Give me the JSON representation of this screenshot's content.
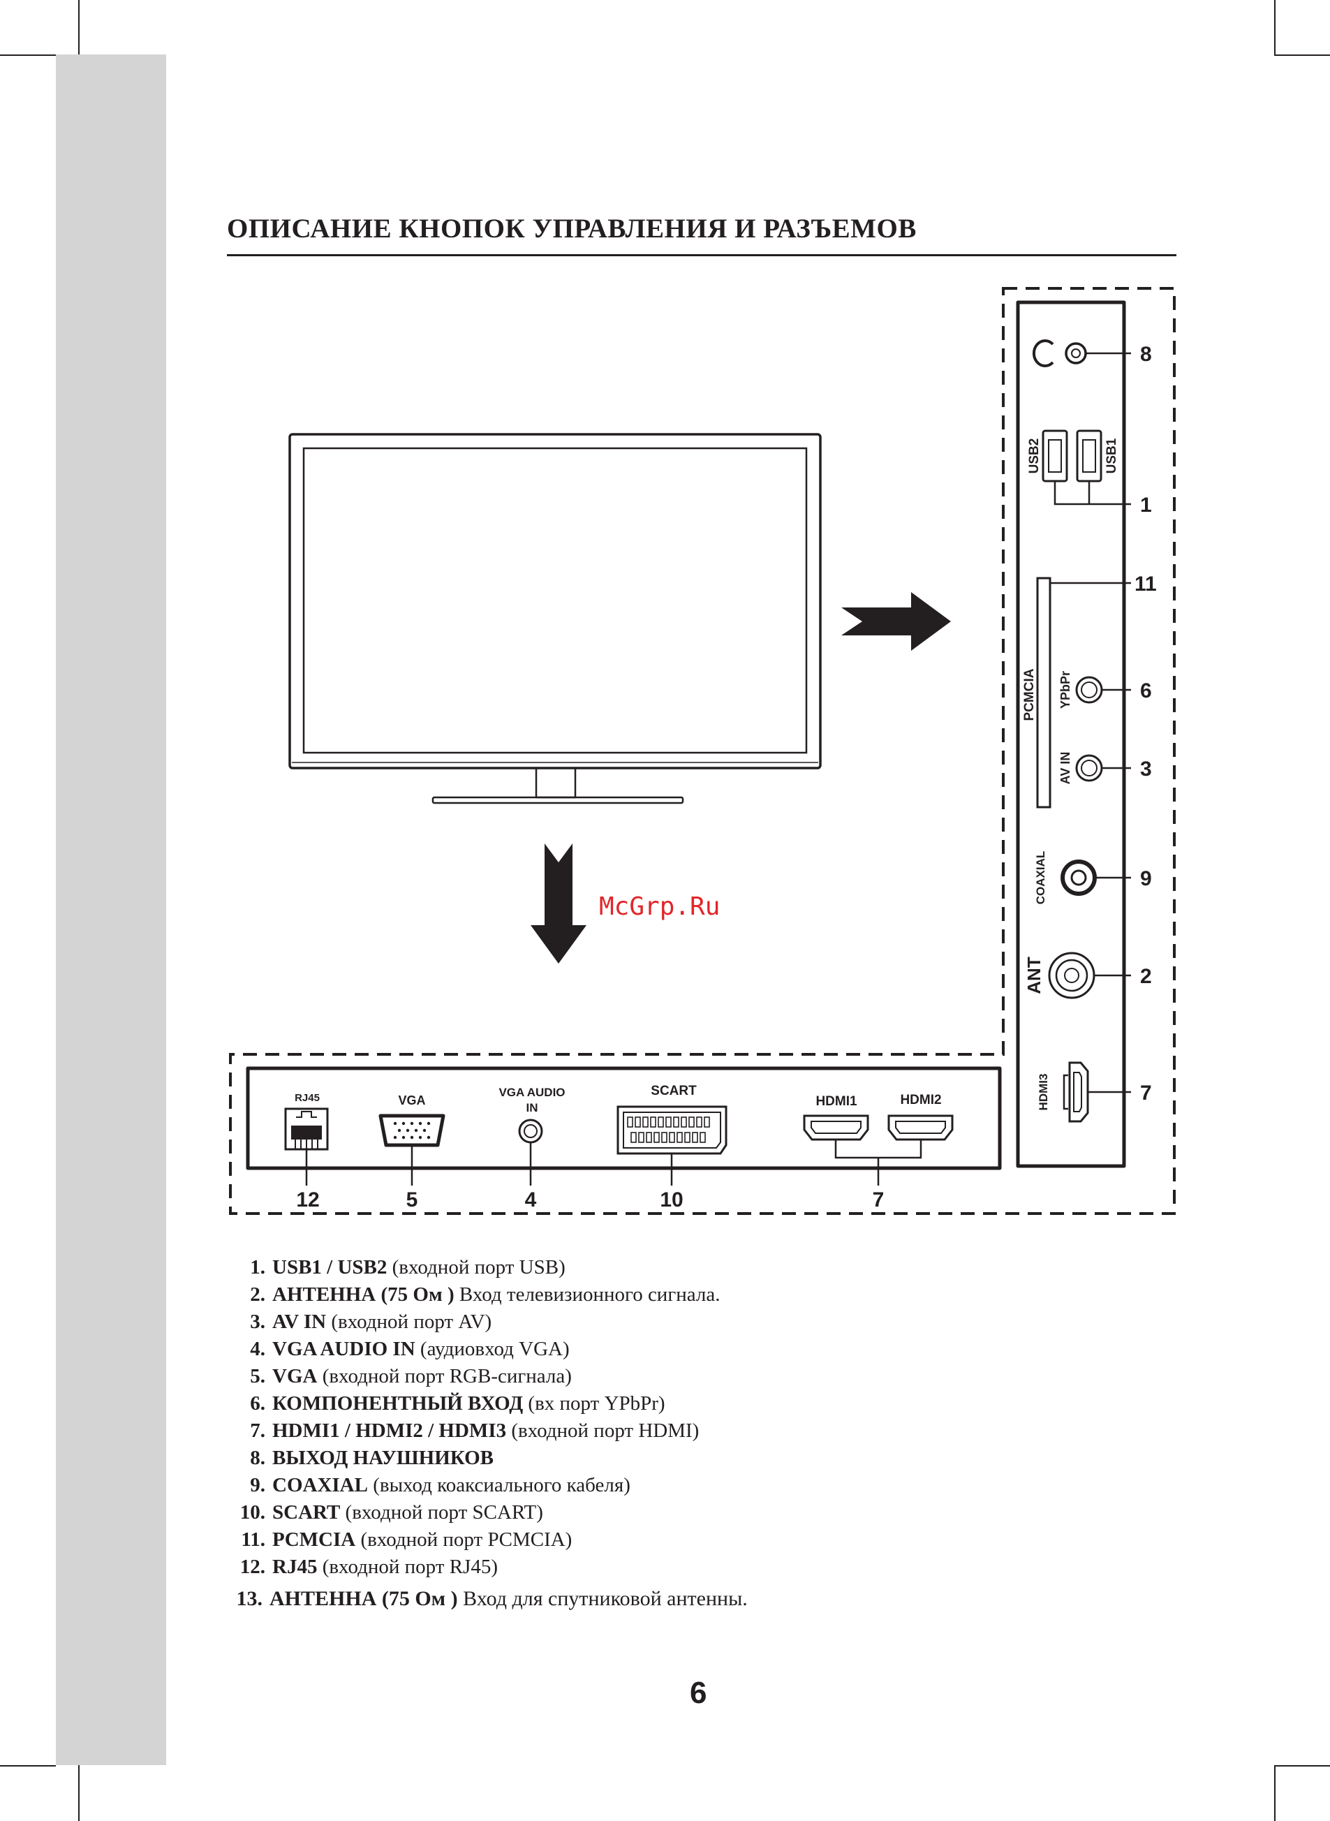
{
  "page": {
    "title": "ОПИСАНИЕ КНОПОК УПРАВЛЕНИЯ И РАЗЪЕМОВ",
    "page_number": "6",
    "watermark": "McGrp.Ru"
  },
  "side_panel": {
    "labels": {
      "usb2": "USB2",
      "usb1": "USB1",
      "pcmcia": "PCMCIA",
      "ypbpr": "YPbPr",
      "av_in": "AV IN",
      "coaxial": "COAXIAL",
      "ant": "ANT",
      "hdmi3": "HDMI3"
    },
    "callouts": {
      "headphone": "8",
      "usb": "1",
      "pcmcia": "11",
      "ypbpr": "6",
      "av_in": "3",
      "coaxial": "9",
      "ant": "2",
      "hdmi3": "7"
    }
  },
  "bottom_panel": {
    "labels": {
      "rj45": "RJ45",
      "vga": "VGA",
      "vga_audio_1": "VGA AUDIO",
      "vga_audio_2": "IN",
      "scart": "SCART",
      "hdmi1": "HDMI1",
      "hdmi2": "HDMI2"
    },
    "callouts": {
      "rj45": "12",
      "vga": "5",
      "vga_audio": "4",
      "scart": "10",
      "hdmi": "7"
    }
  },
  "legend": [
    {
      "num": "1.",
      "key": "USB1 / USB2",
      "desc": " (входной порт USB)"
    },
    {
      "num": "2.",
      "key": "АНТЕННА (75 Ом )",
      "desc": " Вход телевизионного сигнала."
    },
    {
      "num": "3.",
      "key": "AV IN",
      "desc": " (входной порт AV)"
    },
    {
      "num": "4.",
      "key": "VGA AUDIO IN",
      "desc": " (аудиовход VGA)"
    },
    {
      "num": "5.",
      "key": "VGA",
      "desc": " (входной порт RGB-сигнала)"
    },
    {
      "num": "6.",
      "key": "КОМПОНЕНТНЫЙ ВХОД",
      "desc": " (вх  порт YPbPr)"
    },
    {
      "num": "7.",
      "key": "HDMI1 / HDMI2 / HDMI3",
      "desc": " (входной порт HDMI)"
    },
    {
      "num": "8.",
      "key": "ВЫХОД НАУШНИКОВ",
      "desc": ""
    },
    {
      "num": "9.",
      "key": "COAXIAL",
      "desc": "  (выход коаксиального кабеля)"
    },
    {
      "num": "10.",
      "key": "SCART",
      "desc": "  (входной порт SCART)"
    },
    {
      "num": "11.",
      "key": "PCMCIA",
      "desc": " (входной порт PCMCIA)"
    },
    {
      "num": "12.",
      "key": "RJ45",
      "desc": " (входной порт RJ45)"
    },
    {
      "num": "13.",
      "key": "АНТЕННА (75 Ом )",
      "desc": " Вход для спутниковой антенны."
    }
  ]
}
